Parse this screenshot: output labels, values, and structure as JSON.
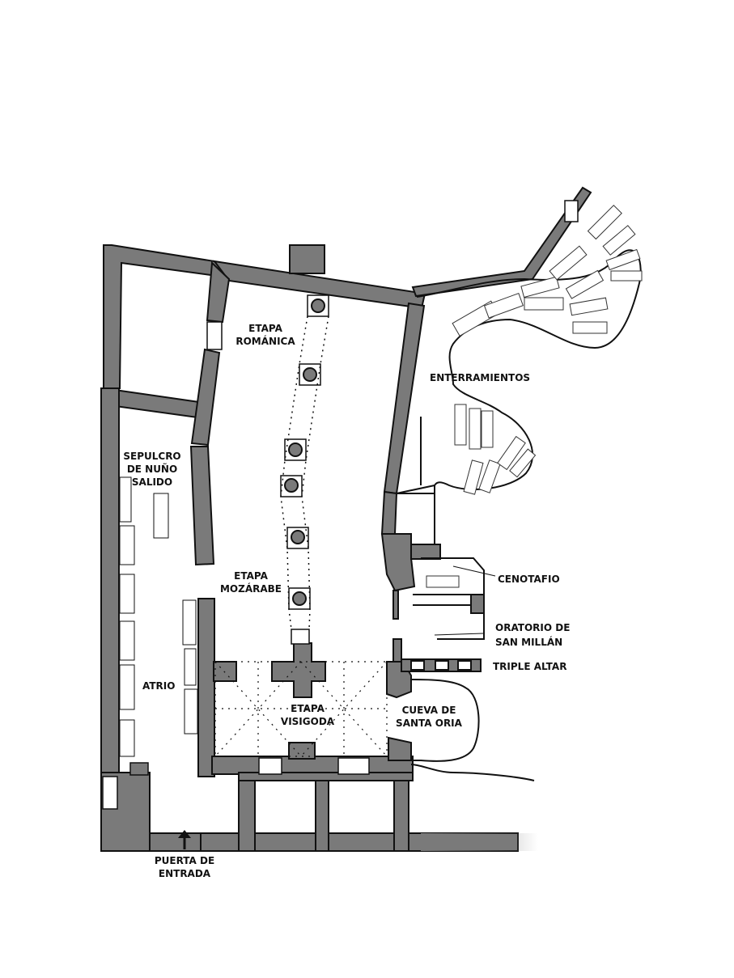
{
  "labels": {
    "etapa_romanica": [
      "ETAPA",
      "ROMÁNICA"
    ],
    "enterramientos": "ENTERRAMIENTOS",
    "sepulcro": [
      "SEPULCRO",
      "DE NUÑO",
      "SALIDO"
    ],
    "etapa_mozarabe": [
      "ETAPA",
      "MOZÁRABE"
    ],
    "cenotafio": "CENOTAFIO",
    "oratorio": [
      "ORATORIO DE",
      "SAN MILLÁN"
    ],
    "triple_altar": "TRIPLE ALTAR",
    "atrio": "ATRIO",
    "etapa_visigoda": [
      "ETAPA",
      "VISIGODA"
    ],
    "cueva": [
      "CUEVA DE",
      "SANTA ORIA"
    ],
    "puerta": [
      "PUERTA DE",
      "ENTRADA"
    ]
  },
  "colors": {
    "wall": "#7a7a7a",
    "wall_outline": "#111111",
    "floor": "#ffffff"
  }
}
